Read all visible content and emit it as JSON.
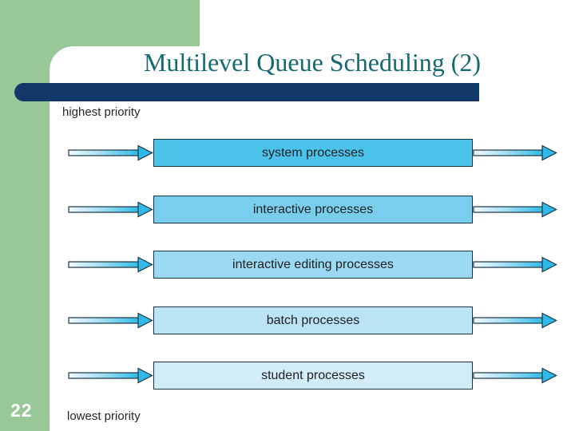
{
  "slide": {
    "title": "Multilevel Queue Scheduling (2)",
    "page_number": "22"
  },
  "colors": {
    "accent_green": "#98c798",
    "navy_bar": "#12386a",
    "title_teal": "#156970",
    "arrow_cyan": "#2fb9e9",
    "arrow_tail_light": "#f2fafe",
    "diagram_outline": "#1c3440"
  },
  "diagram": {
    "top_label": "highest priority",
    "bottom_label": "lowest priority",
    "queues": [
      {
        "label": "system processes",
        "fill": "#4bc2ea"
      },
      {
        "label": "interactive processes",
        "fill": "#79ceee"
      },
      {
        "label": "interactive editing processes",
        "fill": "#9bd8f1"
      },
      {
        "label": "batch processes",
        "fill": "#bae3f6"
      },
      {
        "label": "student processes",
        "fill": "#d3ecf9"
      }
    ]
  }
}
